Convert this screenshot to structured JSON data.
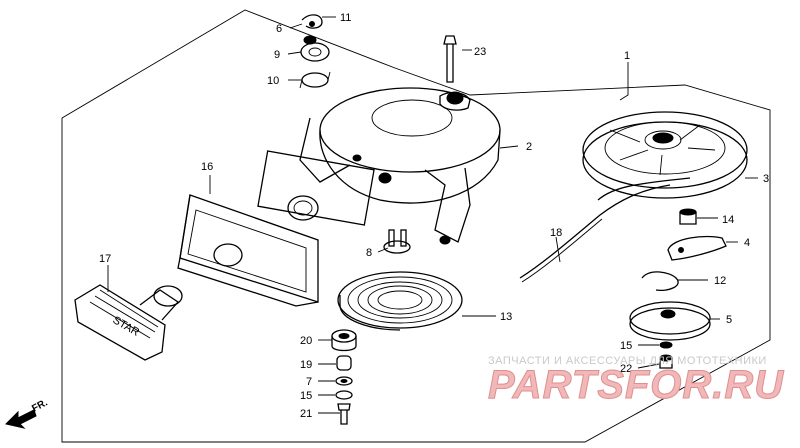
{
  "diagram": {
    "parts": {
      "p1": "1",
      "p2": "2",
      "p3": "3",
      "p4": "4",
      "p5": "5",
      "p6": "6",
      "p7": "7",
      "p8": "8",
      "p9": "9",
      "p10": "10",
      "p11": "11",
      "p12": "12",
      "p13": "13",
      "p14": "14",
      "p15a": "15",
      "p15b": "15",
      "p16": "16",
      "p17": "17",
      "p18": "18",
      "p19": "19",
      "p20": "20",
      "p21": "21",
      "p22": "22",
      "p23": "23"
    },
    "handle_text": "STAR",
    "direction": "FR."
  },
  "watermark": {
    "tagline": "ЗАПЧАСТИ И АКСЕССУАРЫ ДЛЯ МОТОТЕХНИКИ",
    "logo": "PARTSFOR.RU"
  },
  "colors": {
    "line": "#000000",
    "watermark": "#e08f8f",
    "background": "#ffffff"
  }
}
